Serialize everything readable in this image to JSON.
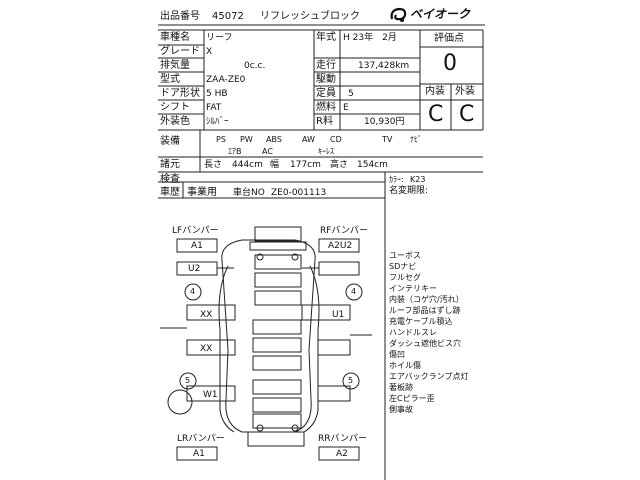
{
  "header": {
    "lot_label": "出品番号",
    "lot_number": "45072",
    "grade_name": "リフレッシュブロック",
    "logo_text": "ベイオーク"
  },
  "spec": {
    "car_name_label": "車種名",
    "car_name": "リーフ",
    "grade_label": "グレード",
    "grade": "X",
    "displacement_label": "排気量",
    "displacement": "0c.c.",
    "model_label": "型式",
    "model": "ZAA-ZE0",
    "door_label": "ドア形状",
    "door": "5 HB",
    "shift_label": "シフト",
    "shift": "FAT",
    "color_label": "外装色",
    "color": "ｼﾙﾊﾞｰ",
    "year_label": "年式",
    "year": "H 23年　2月",
    "mileage_label": "走行",
    "mileage": "137,428km",
    "drive_label": "駆動",
    "drive": "",
    "capacity_label": "定員",
    "capacity": "5",
    "fuel_label": "燃料",
    "fuel": "E",
    "r_label": "R料",
    "r_fee": "10,930円"
  },
  "score": {
    "label": "評価点",
    "value": "0",
    "interior_label": "内装",
    "exterior_label": "外装",
    "interior": "C",
    "exterior": "C"
  },
  "equipment": {
    "label": "装備",
    "row1": [
      "PS",
      "PW",
      "ABS",
      "AW",
      "CD",
      "TV",
      "ﾅﾋﾞ"
    ],
    "row2": [
      "ｴｱB",
      "AC",
      "ｷｰﾚｽ"
    ]
  },
  "dimensions": {
    "label": "諸元",
    "length_label": "長さ",
    "length": "444cm",
    "width_label": "幅",
    "width": "177cm",
    "height_label": "高さ",
    "height": "154cm"
  },
  "inspection": {
    "inspection_label": "検査",
    "history_label": "車歴",
    "history": "事業用",
    "chassis_label": "車台NO",
    "chassis": "ZE0-001113",
    "color_no_label": "ｶﾗｰ:",
    "color_no": "K23",
    "name_change_label": "名変期限:"
  },
  "diagram": {
    "lf_label": "LFバンパー",
    "lf_value": "A1",
    "rf_label": "RFバンパー",
    "rf_value": "A2U2",
    "lr_label": "LRバンパー",
    "lr_value": "A1",
    "rr_label": "RRバンパー",
    "rr_value": "A2",
    "marks": {
      "u2": "U2",
      "u1": "U1",
      "xx_upper": "XX",
      "xx_lower": "XX",
      "w1": "W1",
      "tire_lf": "4",
      "tire_rf": "4",
      "tire_lr": "5",
      "tire_rr": "5"
    }
  },
  "notes": [
    "ユーボス",
    "SDナビ",
    "フルセグ",
    "インテリキー",
    "内装（コゲ穴/汚れ）",
    "ルーフ部品はずし跡",
    "充電ケーブル積込",
    "ハンドルスレ",
    "ダッシュ遮他ビス穴",
    "傷凹",
    "ホイル傷",
    "エアバックランプ点灯",
    "著板跡",
    "左Cピラー歪",
    "側事故"
  ]
}
